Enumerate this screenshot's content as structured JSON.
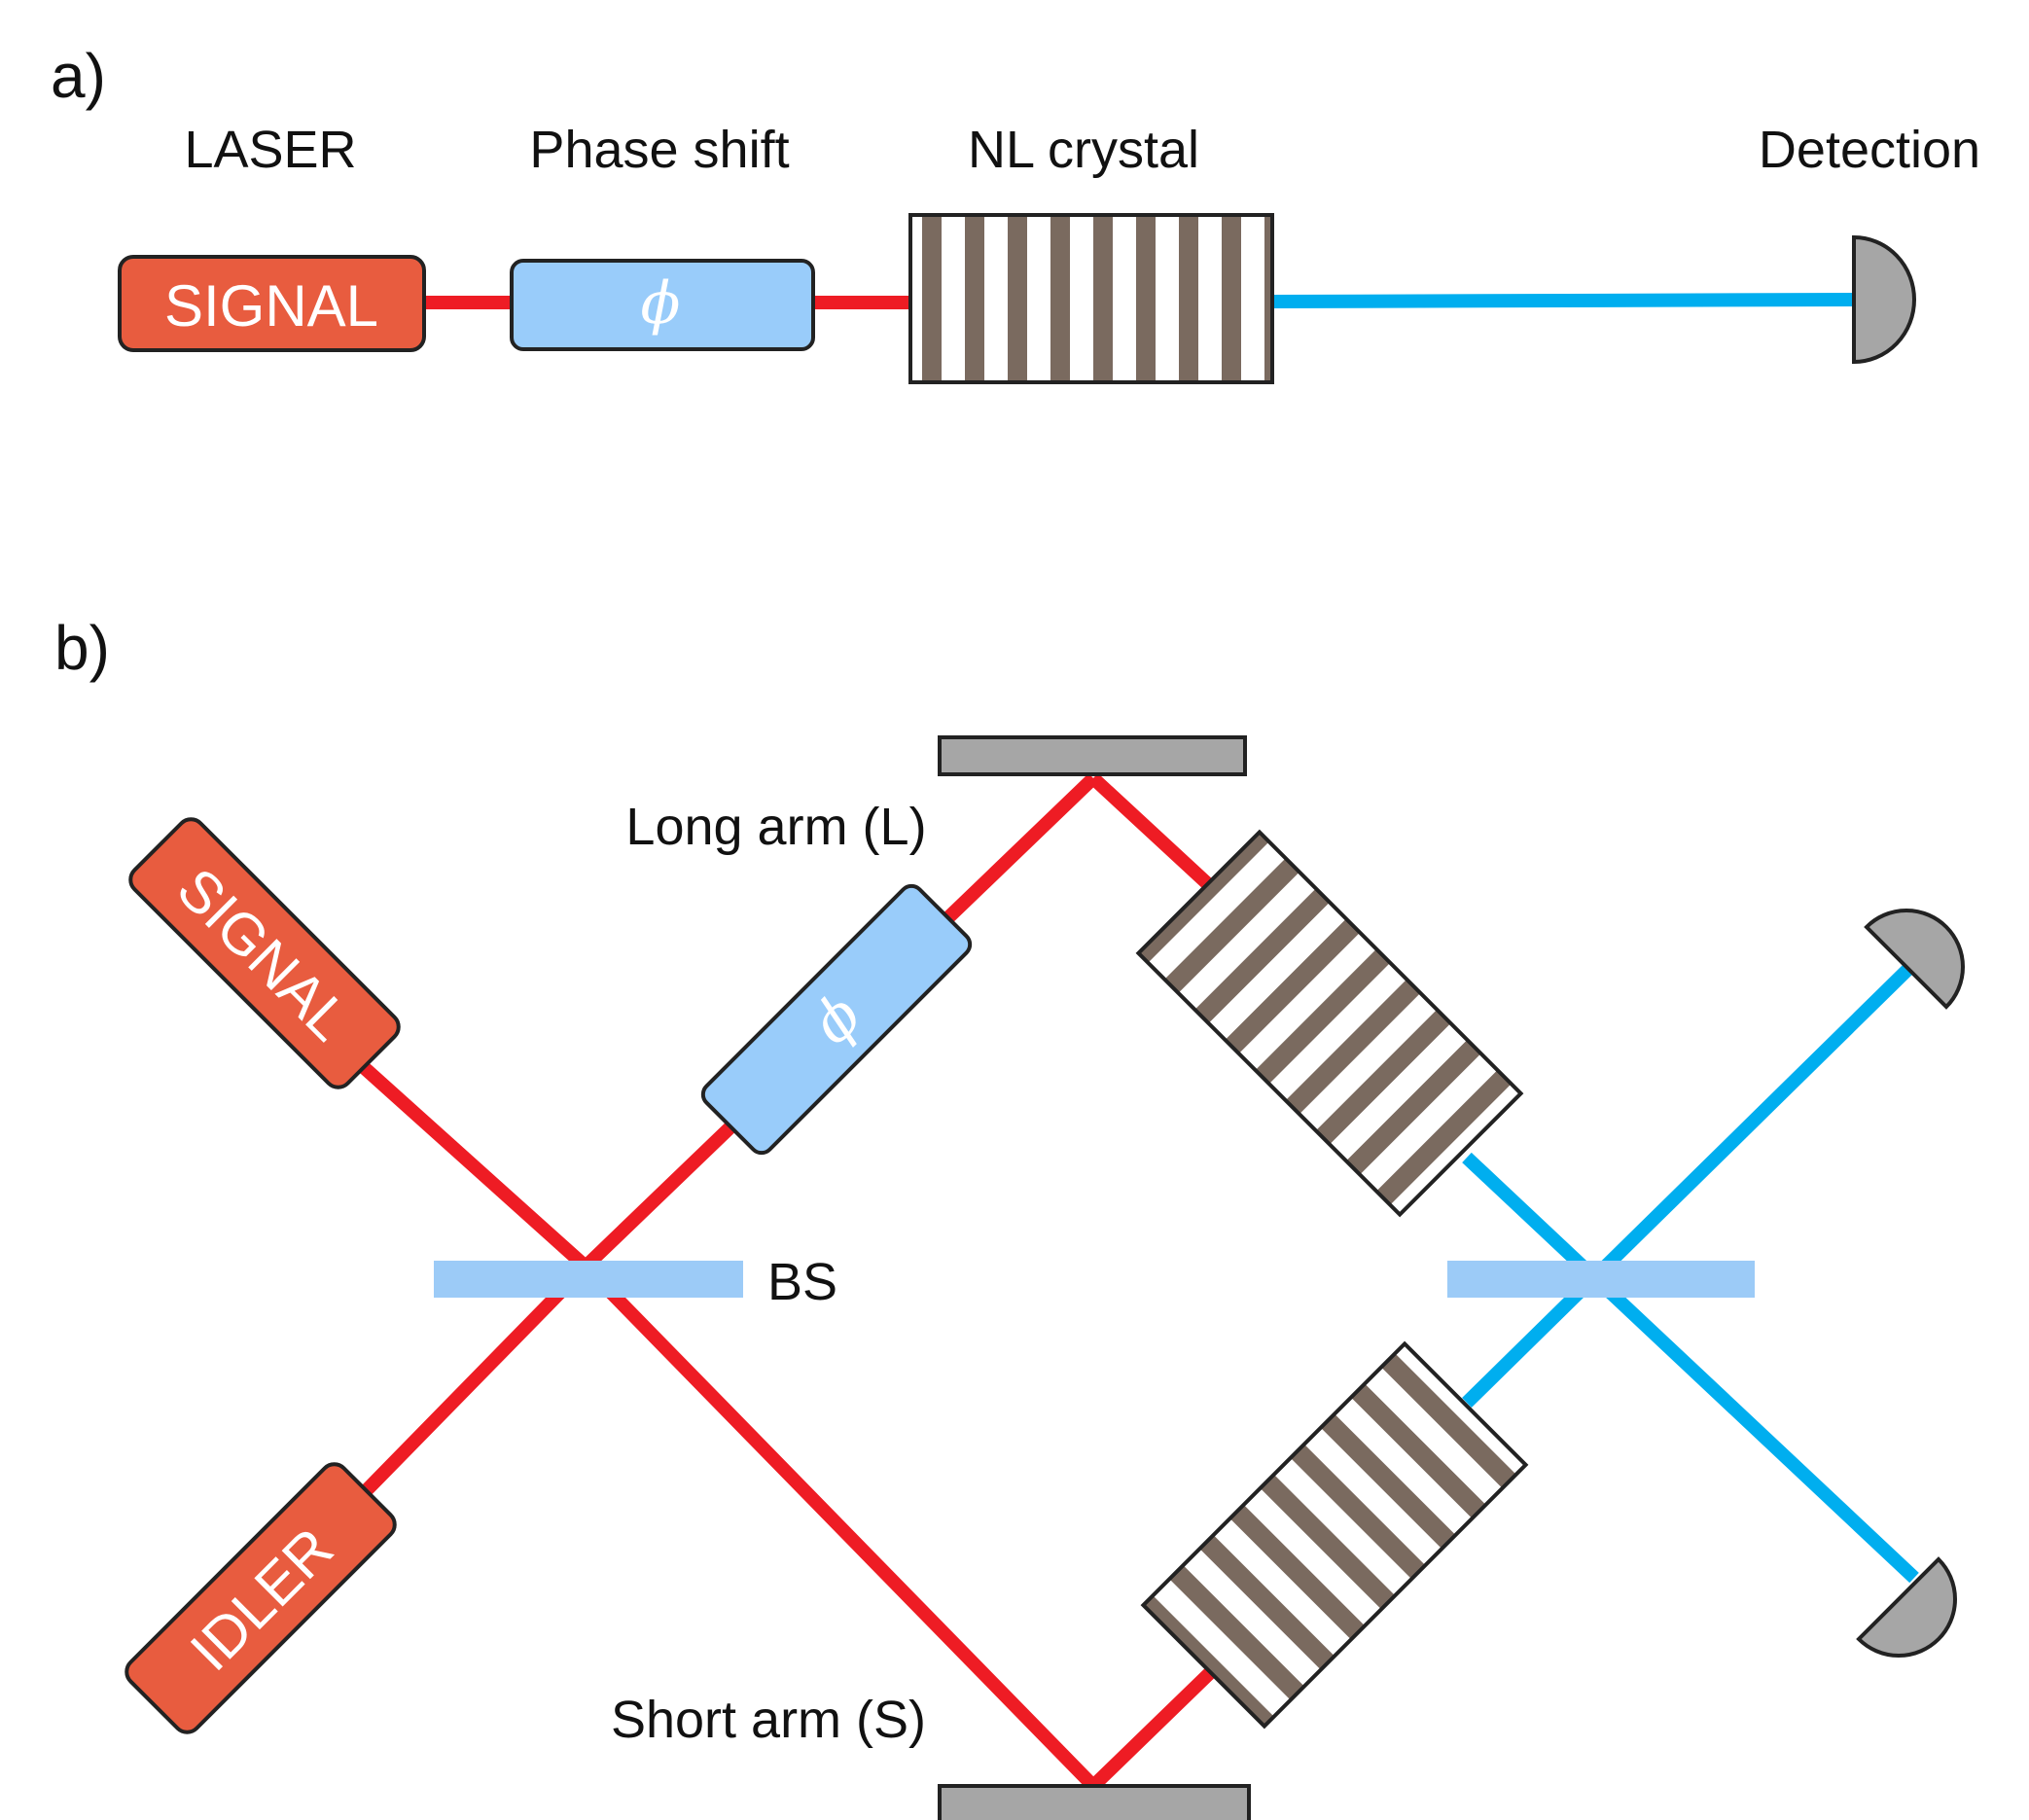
{
  "panel_a": {
    "label": "a)",
    "laser_caption": "LASER",
    "phase_caption": "Phase shift",
    "crystal_caption": "NL crystal",
    "detection_caption": "Detection",
    "signal_label": "SIGNAL",
    "phase_symbol": "ϕ"
  },
  "panel_b": {
    "label": "b)",
    "signal_label": "SIGNAL",
    "idler_label": "IDLER",
    "phase_symbol": "ϕ",
    "long_arm_caption": "Long arm (L)",
    "short_arm_caption": "Short arm (S)",
    "bs_caption": "BS"
  },
  "colors": {
    "red_beam": "#ee1c24",
    "blue_beam": "#00aeef",
    "laser_box": "#e85c3f",
    "phase_box": "#99ccfa",
    "crystal_stripe": "#7a6a5f",
    "detector": "#a6a6a6",
    "mirror": "#a6a6a6",
    "beam_splitter": "#9ccbf7"
  }
}
